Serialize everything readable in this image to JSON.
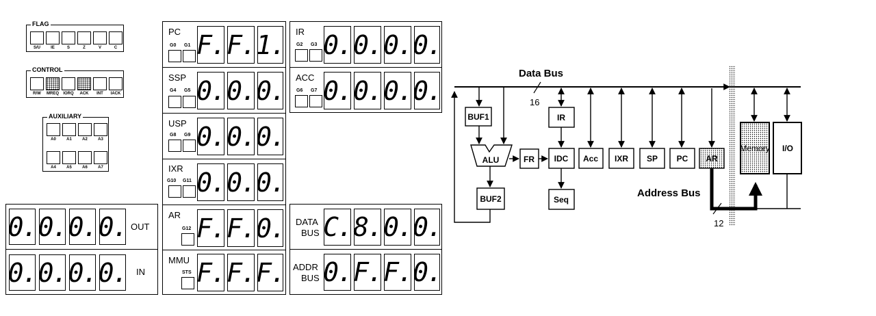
{
  "flag": {
    "title": "FLAG",
    "labels": [
      "S/U",
      "IE",
      "S",
      "Z",
      "V",
      "C"
    ]
  },
  "control": {
    "title": "CONTROL",
    "labels": [
      "R/W",
      "MREQ",
      "IORQ",
      "ACK",
      "INT",
      "IACK"
    ],
    "active": [
      false,
      true,
      false,
      true,
      false,
      false
    ]
  },
  "auxiliary": {
    "title": "AUXILIARY",
    "labels": [
      "A0",
      "A1",
      "A2",
      "A3",
      "A4",
      "A5",
      "A6",
      "A7"
    ]
  },
  "io_panel": {
    "out": {
      "name": "OUT",
      "digits": [
        "0.",
        "0.",
        "0.",
        "0."
      ]
    },
    "in": {
      "name": "IN",
      "digits": [
        "0.",
        "0.",
        "0.",
        "0."
      ]
    }
  },
  "registers_left": {
    "pc": {
      "name": "PC",
      "gates": [
        "G0",
        "G1"
      ],
      "digits": [
        "F.",
        "F.",
        "1."
      ]
    },
    "ssp": {
      "name": "SSP",
      "gates": [
        "G4",
        "G5"
      ],
      "digits": [
        "0.",
        "0.",
        "0."
      ]
    },
    "usp": {
      "name": "USP",
      "gates": [
        "G8",
        "G9"
      ],
      "digits": [
        "0.",
        "0.",
        "0."
      ]
    },
    "ixr": {
      "name": "IXR",
      "gates": [
        "G10",
        "G11"
      ],
      "digits": [
        "0.",
        "0.",
        "0."
      ]
    },
    "ar": {
      "name": "AR",
      "gates": [
        "G12"
      ],
      "digits": [
        "F.",
        "F.",
        "0."
      ]
    },
    "mmu": {
      "name": "MMU",
      "gates": [
        "STS"
      ],
      "digits": [
        "F.",
        "F.",
        "F."
      ]
    }
  },
  "registers_right": {
    "ir": {
      "name": "IR",
      "gates": [
        "G2",
        "G3"
      ],
      "digits": [
        "0.",
        "0.",
        "0.",
        "0."
      ]
    },
    "acc": {
      "name": "ACC",
      "gates": [
        "G6",
        "G7"
      ],
      "digits": [
        "0.",
        "0.",
        "0.",
        "0."
      ]
    }
  },
  "bus_panel": {
    "data": {
      "name_line1": "DATA",
      "name_line2": "BUS",
      "digits": [
        "C.",
        "8.",
        "0.",
        "0."
      ]
    },
    "addr": {
      "name_line1": "ADDR",
      "name_line2": "BUS",
      "digits": [
        "0.",
        "F.",
        "F.",
        "0."
      ]
    }
  },
  "diagram": {
    "data_bus_label": "Data Bus",
    "data_bus_width": "16",
    "address_bus_label": "Address Bus",
    "address_bus_width": "12",
    "blocks": {
      "buf1": "BUF1",
      "alu": "ALU",
      "buf2": "BUF2",
      "fr": "FR",
      "ir": "IR",
      "idc": "IDC",
      "seq": "Seq",
      "acc": "Acc",
      "ixr": "IXR",
      "sp": "SP",
      "pc": "PC",
      "ar": "AR",
      "memory": "Memory",
      "io": "I/O"
    }
  }
}
